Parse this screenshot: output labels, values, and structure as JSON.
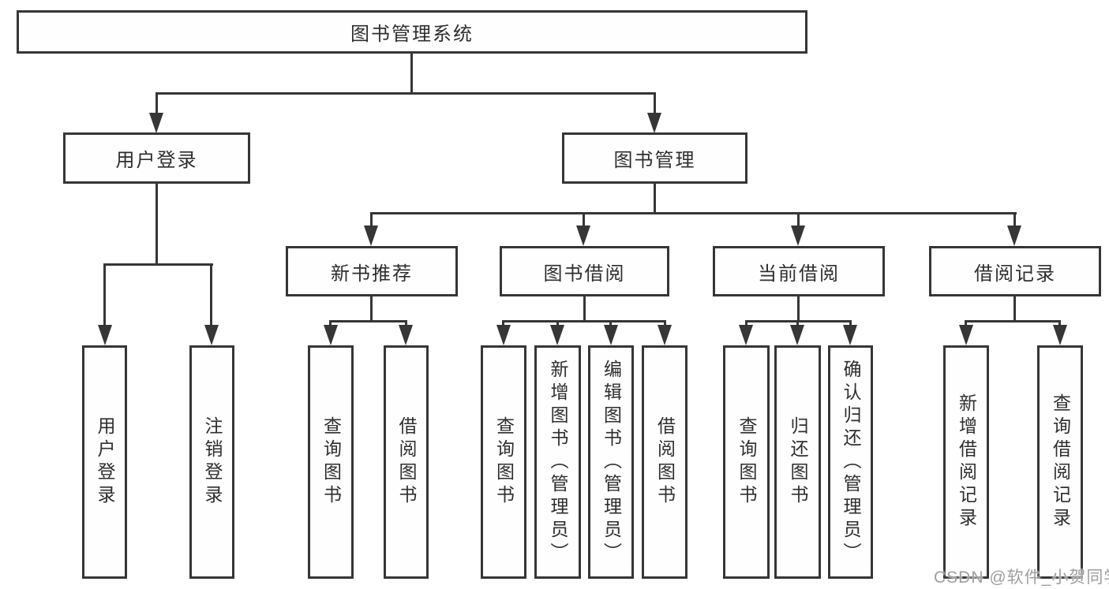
{
  "tree": {
    "label": "图书管理系统",
    "children": [
      {
        "label": "用户登录",
        "children": [
          {
            "label": "用户登录"
          },
          {
            "label": "注销登录"
          }
        ]
      },
      {
        "label": "图书管理",
        "children": [
          {
            "label": "新书推荐",
            "children": [
              {
                "label": "查询图书"
              },
              {
                "label": "借阅图书"
              }
            ]
          },
          {
            "label": "图书借阅",
            "children": [
              {
                "label": "查询图书"
              },
              {
                "label": "新增图书（管理员）"
              },
              {
                "label": "编辑图书（管理员）"
              },
              {
                "label": "借阅图书"
              }
            ]
          },
          {
            "label": "当前借阅",
            "children": [
              {
                "label": "查询图书"
              },
              {
                "label": "归还图书"
              },
              {
                "label": "确认归还（管理员）"
              }
            ]
          },
          {
            "label": "借阅记录",
            "children": [
              {
                "label": "新增借阅记录"
              },
              {
                "label": "查询借阅记录"
              }
            ]
          }
        ]
      }
    ]
  },
  "watermark": {
    "text": "CSDN @软件_小贺同学"
  },
  "colors": {
    "line": "#363636",
    "box_border": "#363636",
    "text": "#2e2e2e",
    "watermark": "#9e9e9e",
    "background": "#ffffff"
  }
}
